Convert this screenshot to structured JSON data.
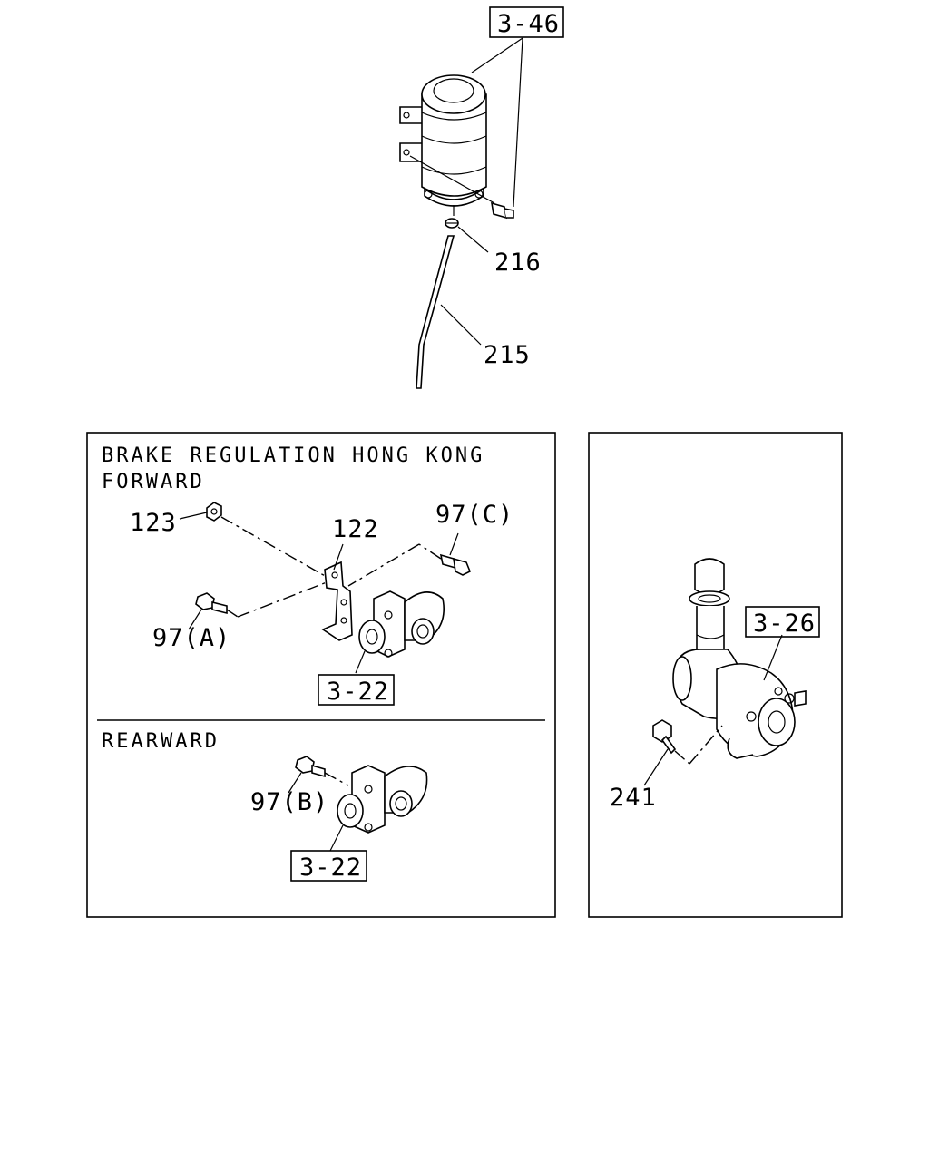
{
  "callouts": {
    "c_3_46": "3-46",
    "c_216": "216",
    "c_215": "215",
    "c_123": "123",
    "c_122": "122",
    "c_97c": "97(C)",
    "c_97a": "97(A)",
    "c_3_22_forward": "3-22",
    "c_97b": "97(B)",
    "c_3_22_rearward": "3-22",
    "c_3_26": "3-26",
    "c_241": "241"
  },
  "panels": {
    "left": {
      "title_line1": "BRAKE REGULATION HONG KONG",
      "title_line2": "FORWARD",
      "section2_title": "REARWARD"
    }
  }
}
